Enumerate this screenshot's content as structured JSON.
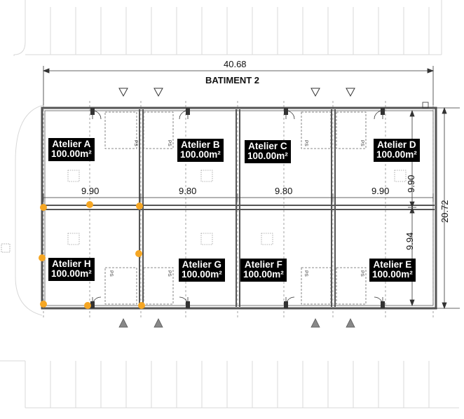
{
  "building": {
    "title": "BATIMENT 2",
    "total_width": "40.68",
    "total_depth": "20.72"
  },
  "dimensions": {
    "top_row": [
      "9.90",
      "9.80",
      "9.80",
      "9.90"
    ],
    "right_upper": "9.90",
    "right_lower": "9.94"
  },
  "units": [
    {
      "name": "Atelier A",
      "area": "100.00m²"
    },
    {
      "name": "Atelier B",
      "area": "100.00m²"
    },
    {
      "name": "Atelier C",
      "area": "100.00m²"
    },
    {
      "name": "Atelier D",
      "area": "100.00m²"
    },
    {
      "name": "Atelier H",
      "area": "100.00m²"
    },
    {
      "name": "Atelier G",
      "area": "100.00m²"
    },
    {
      "name": "Atelier F",
      "area": "100.00m²"
    },
    {
      "name": "Atelier E",
      "area": "100.00m²"
    }
  ],
  "ps_label": "PS",
  "colors": {
    "wall": "#555555",
    "marker": "#f5a623",
    "label_bg": "#000000",
    "label_text": "#ffffff"
  }
}
